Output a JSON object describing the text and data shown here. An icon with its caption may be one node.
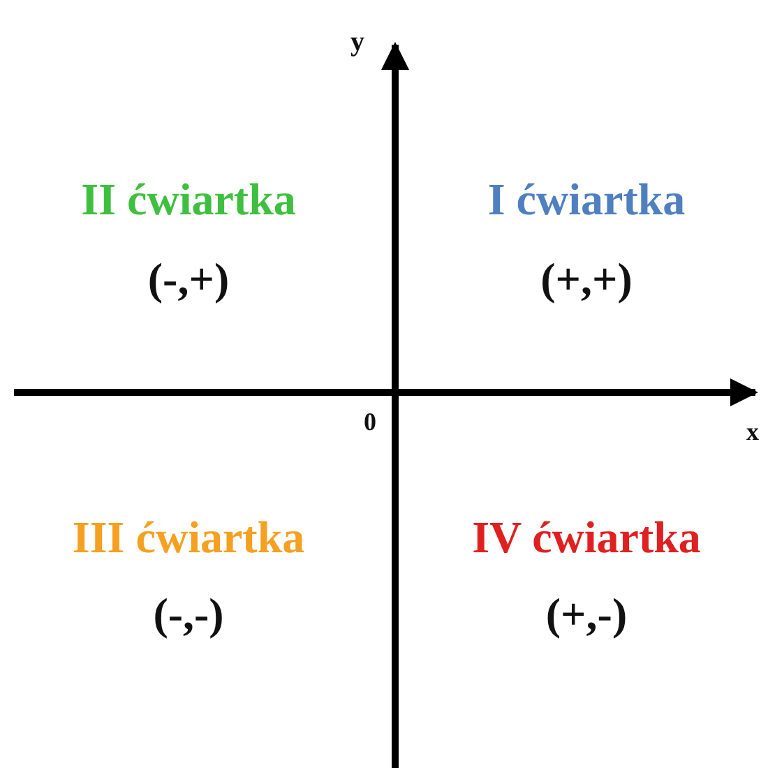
{
  "diagram": {
    "labels": [
      "y",
      "II ćwiartka",
      "I ćwiartka",
      "(-,+)",
      "(+,+)",
      "0",
      "x",
      "III ćwiartka",
      "IV ćwiartka",
      "(-,-)",
      "(+,-)"
    ]
  }
}
